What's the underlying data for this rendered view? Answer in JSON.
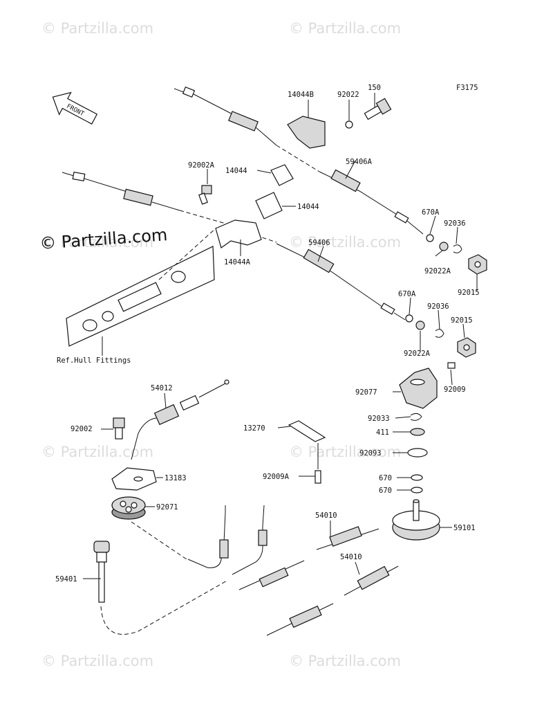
{
  "watermark": {
    "tile_text": "© Partzilla.com",
    "main_text": "© Partzilla.com"
  },
  "figure_code": "F3175",
  "front_label": "FRONT",
  "ref_note": "Ref.Hull Fittings",
  "parts": {
    "p14044B": "14044B",
    "p92022": "92022",
    "p150": "150",
    "p92002A": "92002A",
    "p14044_a": "14044",
    "p14044_b": "14044",
    "p59406A": "59406A",
    "p670A_a": "670A",
    "p92036_a": "92036",
    "p92022A_a": "92022A",
    "p92015_a": "92015",
    "p14044A": "14044A",
    "p59406": "59406",
    "p670A_b": "670A",
    "p92036_b": "92036",
    "p92015_b": "92015",
    "p92022A_b": "92022A",
    "p92009": "92009",
    "p92077": "92077",
    "p54012": "54012",
    "p92002": "92002",
    "p13270": "13270",
    "p92033": "92033",
    "p411": "411",
    "p92093": "92093",
    "p13183": "13183",
    "p92009A": "92009A",
    "p670_a": "670",
    "p670_b": "670",
    "p92071": "92071",
    "p54010_a": "54010",
    "p59101": "59101",
    "p54010_b": "54010",
    "p59401": "59401"
  }
}
